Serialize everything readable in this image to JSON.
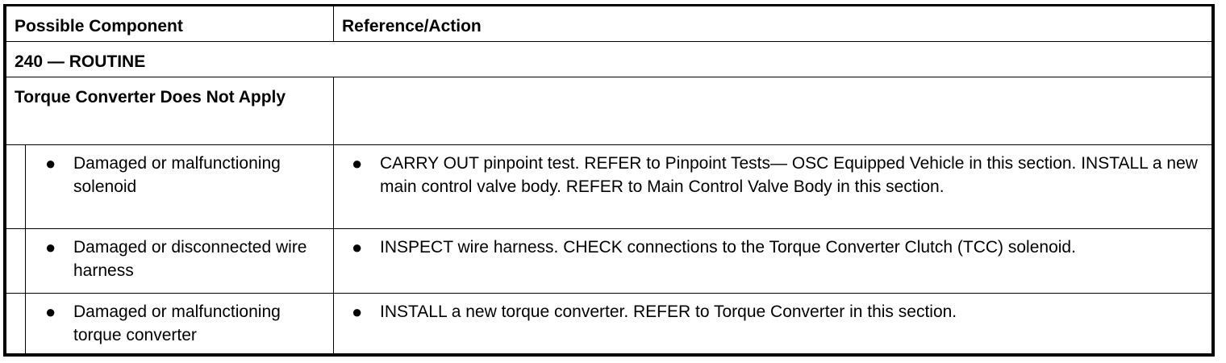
{
  "table": {
    "headers": {
      "component": "Possible Component",
      "action": "Reference/Action"
    },
    "section": "240 — ROUTINE",
    "condition": "Torque Converter Does Not Apply",
    "bullet_glyph": "●",
    "rows": [
      {
        "component": "Damaged or malfunctioning solenoid",
        "action": "CARRY OUT pinpoint test. REFER to Pinpoint Tests— OSC Equipped Vehicle in this section. INSTALL a new main control valve body. REFER to Main Control Valve Body in this section."
      },
      {
        "component": "Damaged or disconnected wire harness",
        "action": "INSPECT wire harness. CHECK connections to the Torque Converter Clutch (TCC) solenoid."
      },
      {
        "component": "Damaged or malfunctioning torque converter",
        "action": "INSTALL a new torque converter. REFER to Torque Converter in this section."
      }
    ]
  }
}
